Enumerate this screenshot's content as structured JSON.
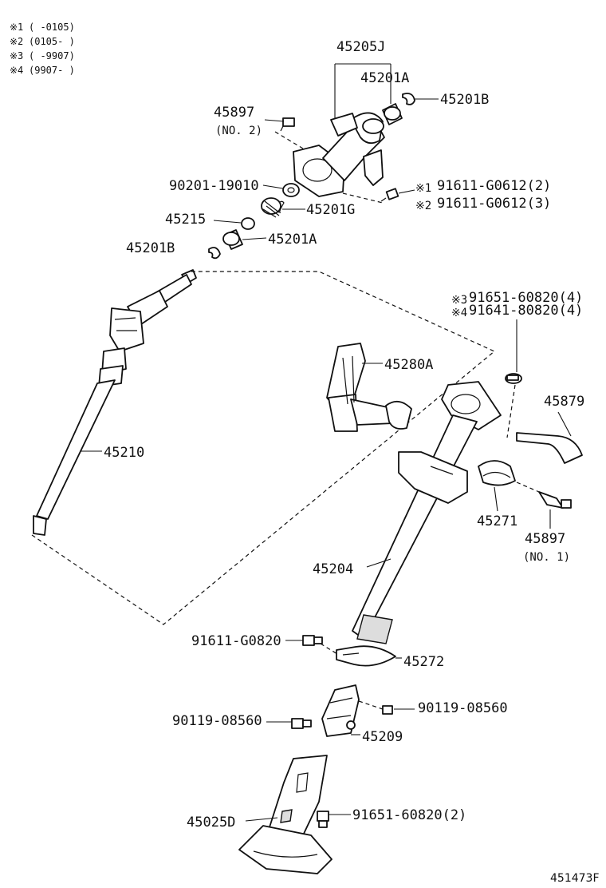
{
  "notes": [
    {
      "mark": "※1",
      "text": "(      -0105)"
    },
    {
      "mark": "※2",
      "text": "(0105-      )"
    },
    {
      "mark": "※3",
      "text": "(      -9907)"
    },
    {
      "mark": "※4",
      "text": "(9907-      )"
    }
  ],
  "labels": {
    "p45205J": "45205J",
    "p45201A_top": "45201A",
    "p45201B_top": "45201B",
    "p45897_2": "45897",
    "no2": "(NO. 2)",
    "p90201": "90201-19010",
    "p91611_a": "91611-G0612(2)",
    "p91611_b": "91611-G0612(3)",
    "p45215": "45215",
    "p45201G": "45201G",
    "p45201B_bot": "45201B",
    "p45201A_bot": "45201A",
    "p91651_a": "91651-60820(4)",
    "p91641": "91641-80820(4)",
    "p45280A": "45280A",
    "p45879": "45879",
    "p45210": "45210",
    "p45271": "45271",
    "p45897_1": "45897",
    "no1": "(NO. 1)",
    "p45204": "45204",
    "p91611_c": "91611-G0820",
    "p45272": "45272",
    "p90119_a": "90119-08560",
    "p90119_b": "90119-08560",
    "p45209": "45209",
    "p45025D": "45025D",
    "p91651_b": "91651-60820(2)"
  },
  "marks": {
    "m1": "※1",
    "m2": "※2",
    "m3": "※3",
    "m4": "※4"
  },
  "figure_id": "451473F"
}
